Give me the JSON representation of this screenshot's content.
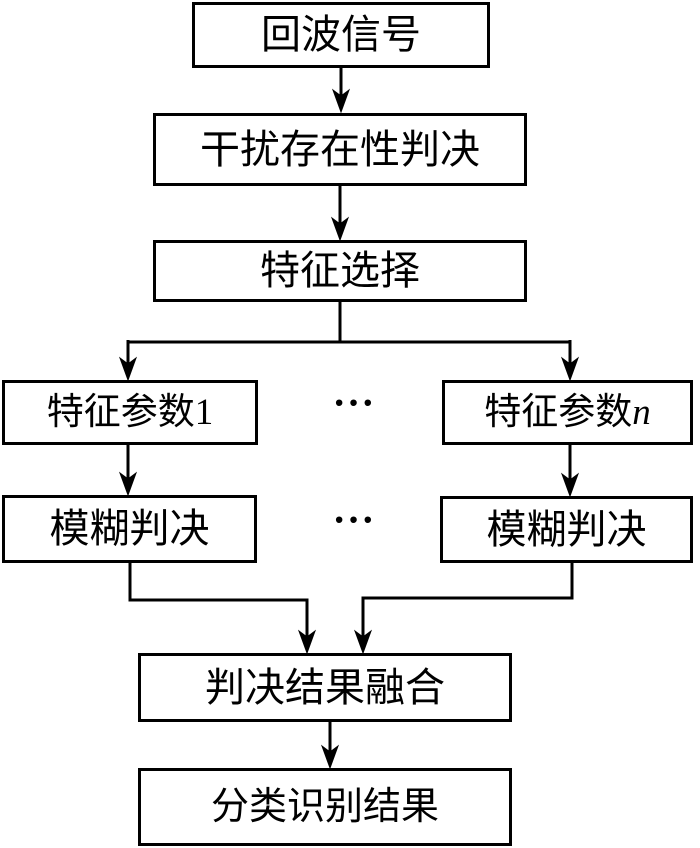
{
  "diagram": {
    "type": "flowchart",
    "colors": {
      "line": "#000000",
      "box_border": "#000000",
      "box_fill": "#ffffff",
      "background": "#ffffff",
      "text": "#000000"
    },
    "nodes": {
      "echo_signal": {
        "label": "回波信号"
      },
      "interference_decision": {
        "label": "干扰存在性判决"
      },
      "feature_selection": {
        "label": "特征选择"
      },
      "feature_param_1": {
        "label": "特征参数1"
      },
      "feature_param_n": {
        "label_prefix": "特征参数",
        "label_var_italic": "n"
      },
      "fuzzy_decision_1": {
        "label": "模糊判决"
      },
      "fuzzy_decision_n": {
        "label": "模糊判决"
      },
      "decision_fusion": {
        "label": "判决结果融合"
      },
      "classification_result": {
        "label": "分类识别结果"
      }
    },
    "ellipsis": {
      "row_feature_params": "···",
      "row_fuzzy_decisions": "···"
    },
    "edges": [
      "echo_signal -> interference_decision",
      "interference_decision -> feature_selection",
      "feature_selection -> feature_param_1",
      "feature_selection -> feature_param_n",
      "feature_param_1 -> fuzzy_decision_1",
      "feature_param_n -> fuzzy_decision_n",
      "fuzzy_decision_1 -> decision_fusion",
      "fuzzy_decision_n -> decision_fusion",
      "decision_fusion -> classification_result"
    ]
  }
}
